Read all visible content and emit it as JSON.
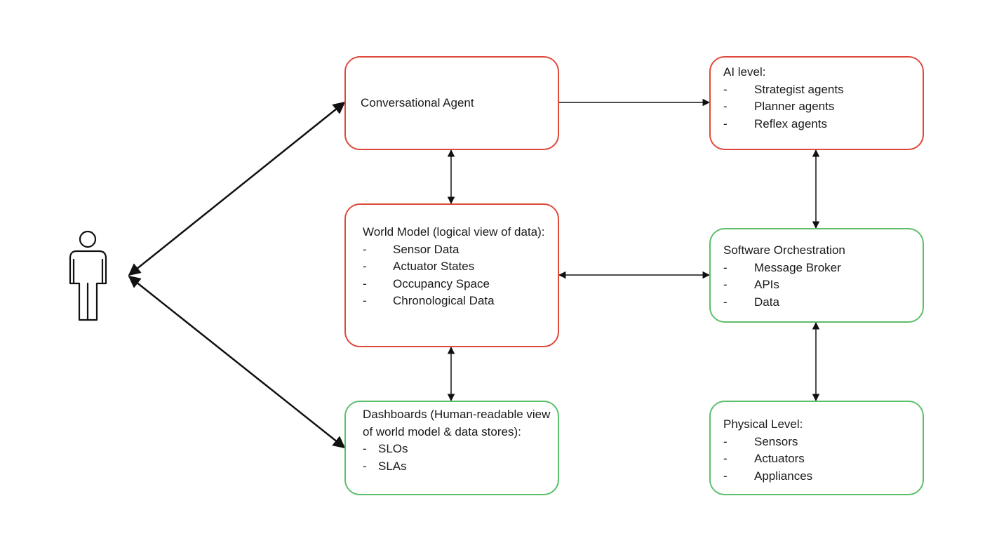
{
  "colors": {
    "red_border": "#e0483a",
    "green_border": "#5cbf6a",
    "arrow": "#111111"
  },
  "person": {
    "icon": "person-icon"
  },
  "conversational_agent": {
    "title": "Conversational Agent"
  },
  "ai_level": {
    "title": "AI level:",
    "items": [
      "Strategist agents",
      "Planner agents",
      "Reflex agents"
    ]
  },
  "world_model": {
    "title": "World Model (logical view of data):",
    "items": [
      "Sensor Data",
      "Actuator States",
      "Occupancy Space",
      "Chronological Data"
    ]
  },
  "software_orchestration": {
    "title": "Software Orchestration",
    "items": [
      "Message Broker",
      "APIs",
      "Data"
    ]
  },
  "dashboards": {
    "title": "Dashboards (Human-readable view of world model & data stores):",
    "items": [
      "SLOs",
      "SLAs"
    ]
  },
  "physical_level": {
    "title": "Physical Level:",
    "items": [
      "Sensors",
      "Actuators",
      "Appliances"
    ]
  },
  "bullet": "-"
}
